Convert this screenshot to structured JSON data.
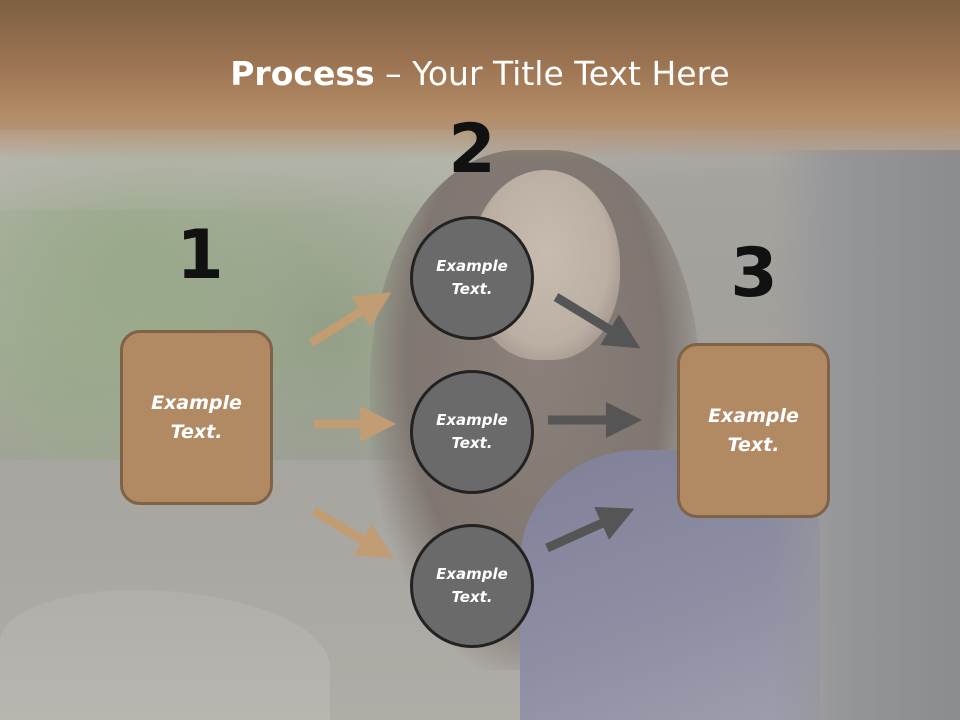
{
  "title": {
    "bold": "Process",
    "rest": " – Your Title Text Here"
  },
  "steps": {
    "one": "1",
    "two": "2",
    "three": "3"
  },
  "left_box": {
    "text": "Example Text."
  },
  "right_box": {
    "text": "Example Text."
  },
  "circles": [
    {
      "text": "Example Text."
    },
    {
      "text": "Example Text."
    },
    {
      "text": "Example Text."
    }
  ],
  "colors": {
    "header": "#9c7452",
    "box_fill": "#b18a64",
    "box_border": "#7f6347",
    "circle_fill": "#6a6a6a",
    "circle_border": "#222222",
    "arrow_tan": "#c29c72",
    "arrow_gray": "#555555"
  }
}
